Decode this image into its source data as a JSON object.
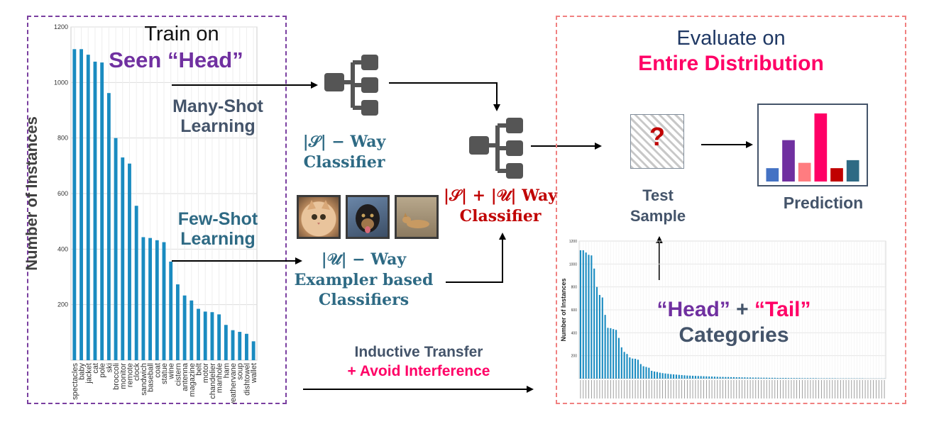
{
  "left_panel": {
    "title_line1": "Train on",
    "title_line2": "Seen “Head”",
    "many_shot_line1": "Many-Shot",
    "many_shot_line2": "Learning",
    "few_shot_line1": "Few-Shot",
    "few_shot_line2": "Learning"
  },
  "middle": {
    "s_way_line1": "|𝒮| − Way",
    "s_way_line2": "Classifier",
    "u_way_line1": "|𝒰| − Way",
    "u_way_line2": "Exampler based",
    "u_way_line3": "Classifiers",
    "combined_line1": "|𝒮| + |𝒰| Way",
    "combined_line2": "Classifier",
    "transfer_line1": "Inductive Transfer",
    "transfer_line2": "+ Avoid Interference"
  },
  "right_panel": {
    "title_line1": "Evaluate on",
    "title_line2": "Entire Distribution",
    "test_line1": "Test",
    "test_line2": "Sample",
    "question_mark": "?",
    "prediction_label": "Prediction",
    "head_label": "“Head”",
    "plus": " + ",
    "tail_label": "“Tail”",
    "categories_label": "Categories"
  },
  "colors": {
    "purple": "#7030a0",
    "pink": "#ff0066",
    "slate": "#44546a",
    "teal": "#2e6a84",
    "red": "#c00000",
    "bar_blue": "#1a8bc0",
    "left_border": "#7a3fa0",
    "right_border": "#f08080"
  },
  "icons": [
    "hierarchy-icon",
    "cat-photo",
    "dog-photo",
    "wolf-photo",
    "question-icon"
  ],
  "chart_data": [
    {
      "type": "bar",
      "title": "",
      "xlabel": "",
      "ylabel": "Number of Instances",
      "ylim": [
        0,
        1200
      ],
      "yticks": [
        200,
        400,
        600,
        800,
        1000,
        1200
      ],
      "grid": true,
      "categories": [
        "spectacles",
        "baby",
        "jacket",
        "cat",
        "pole",
        "ski",
        "broccoli",
        "monitor",
        "remote",
        "clock",
        "sandwich",
        "baseball",
        "coat",
        "statue",
        "wine",
        "cistern",
        "antenna",
        "magazine",
        "belt",
        "motor",
        "chandelier",
        "manhole",
        "ham",
        "weathervane",
        "soup",
        "dishtowel",
        "wallet"
      ],
      "values": [
        1120,
        1120,
        1100,
        1075,
        1072,
        962,
        800,
        730,
        708,
        556,
        443,
        440,
        432,
        425,
        355,
        273,
        233,
        215,
        185,
        175,
        173,
        165,
        127,
        108,
        102,
        95,
        68
      ],
      "tick_labels": [
        "spectacles",
        "baby",
        "jacket",
        "cat",
        "pole",
        "ski",
        "broccoli",
        "monitor",
        "remote",
        "clock",
        "sandwich",
        "baseball",
        "coat",
        "statue",
        "wine",
        "cistern",
        "antenna",
        "magazine",
        "belt",
        "motor",
        "chandelier",
        "manhole",
        "ham",
        "weathervane",
        "soup",
        "dishtowel",
        "wallet"
      ]
    },
    {
      "type": "bar",
      "title": "",
      "xlabel": "",
      "ylabel": "Number of Instances",
      "ylim": [
        0,
        1200
      ],
      "yticks": [
        200,
        400,
        600,
        800,
        1000,
        1200
      ],
      "grid": true,
      "values": [
        1120,
        1120,
        1100,
        1080,
        1075,
        960,
        800,
        730,
        708,
        556,
        443,
        440,
        432,
        425,
        355,
        273,
        233,
        215,
        185,
        175,
        173,
        165,
        127,
        108,
        102,
        95,
        68,
        62,
        58,
        52,
        48,
        45,
        42,
        39,
        37,
        35,
        33,
        31,
        29,
        27,
        26,
        25,
        24,
        23,
        22,
        21,
        20,
        19,
        18,
        17,
        16,
        15,
        15,
        14,
        14,
        13,
        13,
        12,
        12,
        11,
        11,
        10,
        10,
        9,
        9,
        9,
        8,
        8,
        8,
        7,
        7,
        7,
        6,
        6,
        6,
        6,
        5,
        5,
        5,
        5,
        5,
        4,
        4,
        4,
        4,
        4,
        4,
        3,
        3,
        3,
        3,
        3,
        3,
        3,
        2,
        2,
        2,
        2,
        2,
        2,
        2,
        2,
        2,
        2,
        1,
        1,
        1,
        1,
        1,
        1,
        1,
        1
      ]
    },
    {
      "type": "bar",
      "title": "",
      "xlabel": "",
      "ylabel": "",
      "values": [
        1,
        3.1,
        1.4,
        5.1,
        1,
        1.6
      ],
      "colors": [
        "#4472c4",
        "#7030a0",
        "#ff7c80",
        "#ff0066",
        "#c00000",
        "#2e6a84"
      ]
    }
  ]
}
